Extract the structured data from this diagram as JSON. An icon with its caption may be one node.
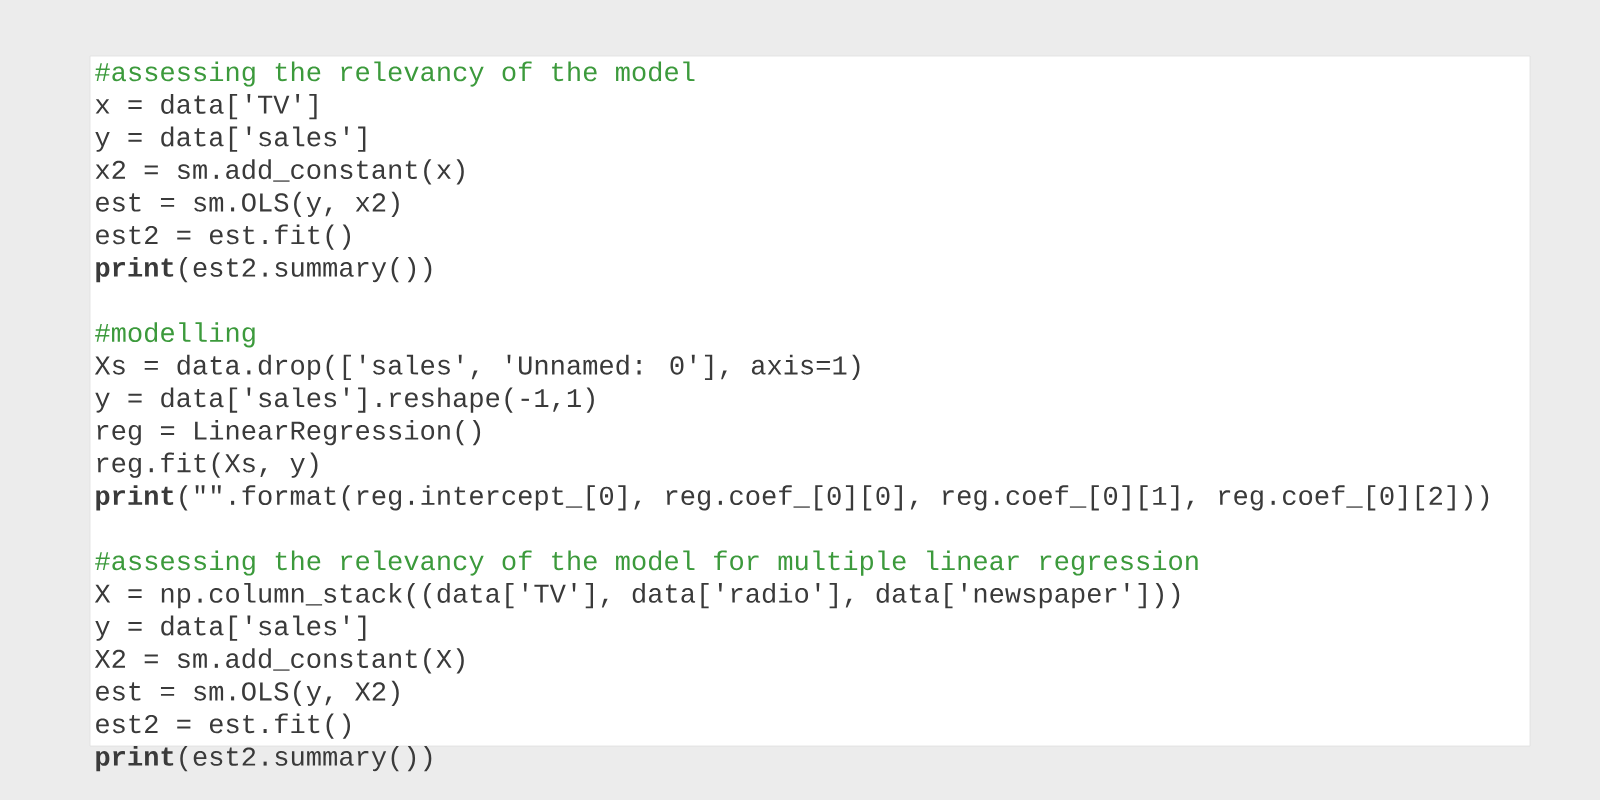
{
  "diagram": {
    "labels": [
      "#assessing the relevancy of the model",
      "x = data['TV']",
      "y = data['sales']",
      "x2 = sm.add_constant(x)",
      "est = sm.OLS(y, x2)",
      "est2 = est.fit()",
      "**print**(est2.summary())",
      "#modelling",
      "Xs = data.drop(['sales', 'Unnamed: 0'], axis=1)",
      "y = data['sales'].reshape(-1,1)",
      "reg = LinearRegression()",
      "reg.fit(Xs, y)",
      "**print**(\"\".format(reg.intercept_[0], reg.coef_[0][0], reg.coef_[0][1], reg.coef_[0][2]))",
      "#assessing the relevancy of the model for multiple linear regression",
      "X = np.column_stack((data['TV'], data['radio'], data['newspaper']))",
      "y = data['sales']",
      "X2 = sm.add_constant(X)",
      "est = sm.OLS(y, X2)",
      "est2 = est.fit()",
      "**print**(est2.summary())"
    ]
  }
}
